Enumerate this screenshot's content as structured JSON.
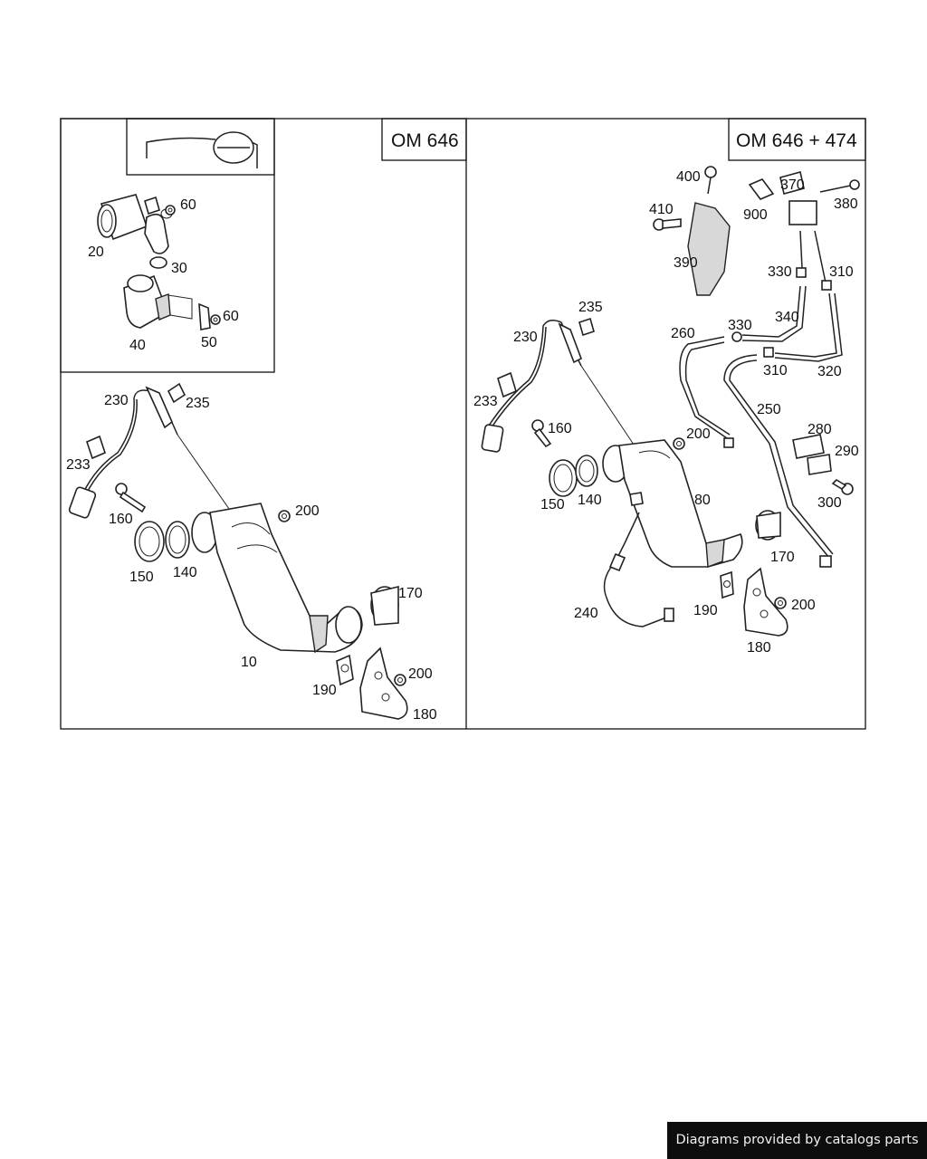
{
  "diagram": {
    "left_panel_title": "OM 646",
    "right_panel_title": "OM 646 + 474",
    "inset_labels": [
      "20",
      "60",
      "30",
      "40",
      "50",
      "60"
    ],
    "left_labels": [
      "230",
      "235",
      "233",
      "160",
      "200",
      "150",
      "140",
      "170",
      "10",
      "200",
      "190",
      "180"
    ],
    "right_labels": [
      "400",
      "370",
      "380",
      "410",
      "900",
      "390",
      "330",
      "310",
      "235",
      "340",
      "230",
      "260",
      "330",
      "310",
      "320",
      "233",
      "250",
      "160",
      "200",
      "280",
      "290",
      "150",
      "140",
      "80",
      "300",
      "170",
      "240",
      "190",
      "200",
      "180"
    ]
  },
  "footer": {
    "credit": "Diagrams provided by catalogs parts"
  }
}
